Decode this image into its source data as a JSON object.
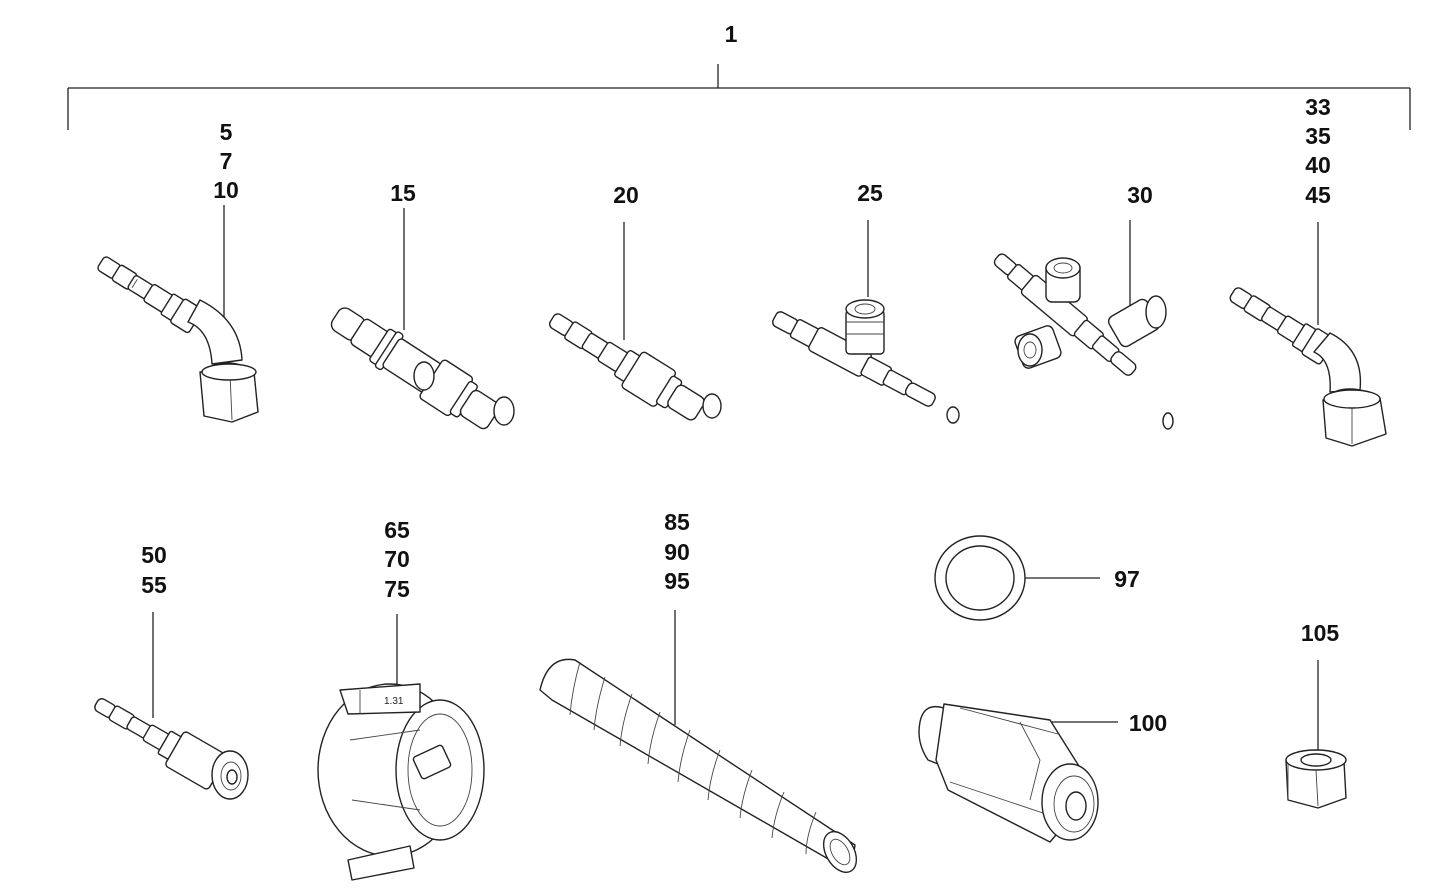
{
  "diagram": {
    "assembly_label": "1",
    "callouts": [
      {
        "id": "c1",
        "lines": [
          "5",
          "7",
          "10"
        ]
      },
      {
        "id": "c2",
        "lines": [
          "15"
        ]
      },
      {
        "id": "c3",
        "lines": [
          "20"
        ]
      },
      {
        "id": "c4",
        "lines": [
          "25"
        ]
      },
      {
        "id": "c5",
        "lines": [
          "30"
        ]
      },
      {
        "id": "c6",
        "lines": [
          "33",
          "35",
          "40",
          "45"
        ]
      },
      {
        "id": "c7",
        "lines": [
          "50",
          "55"
        ]
      },
      {
        "id": "c8",
        "lines": [
          "65",
          "70",
          "75"
        ]
      },
      {
        "id": "c9",
        "lines": [
          "85",
          "90",
          "95"
        ]
      },
      {
        "id": "c10",
        "lines": [
          "97"
        ]
      },
      {
        "id": "c11",
        "lines": [
          "100"
        ]
      },
      {
        "id": "c12",
        "lines": [
          "105"
        ]
      }
    ],
    "clamp_marking": "1.31"
  }
}
